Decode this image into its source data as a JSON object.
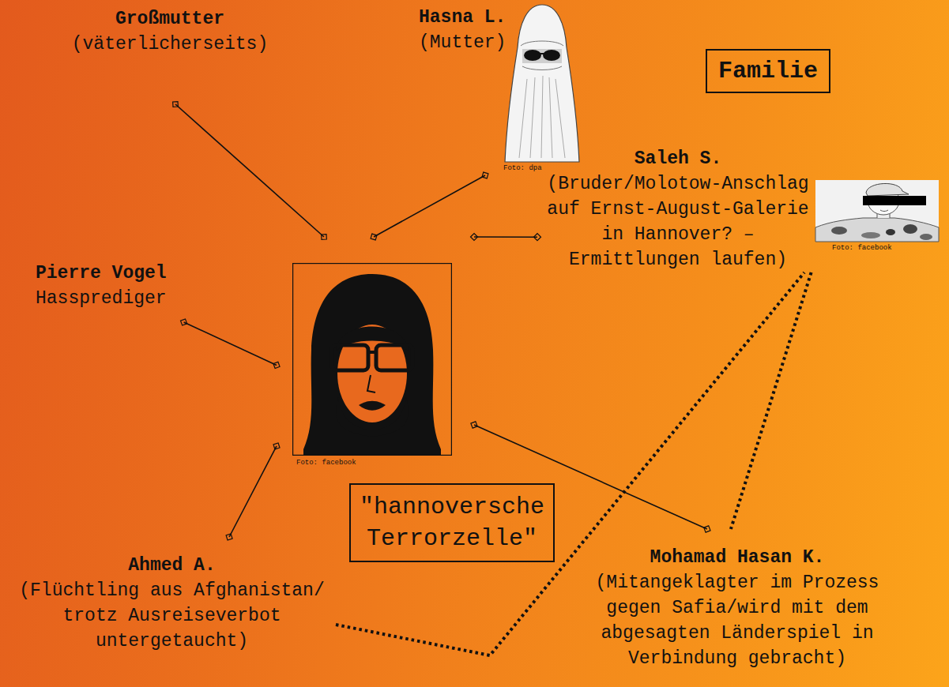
{
  "diagram": {
    "nodes": [
      {
        "text": [
          "Großmutter",
          "(väterlicherseits)"
        ]
      },
      {
        "text": [
          "Hasna L.",
          "(Mutter)",
          "Foto: dpa"
        ]
      },
      {
        "text": [
          "Familie"
        ]
      },
      {
        "text": [
          "Pierre Vogel",
          "Hassprediger"
        ]
      },
      {
        "text": [
          "Saleh S.",
          "(Bruder/Molotow-Anschlag auf Ernst-August-Galerie in Hannover? – Ermittlungen laufen)",
          "Foto: facebook"
        ]
      },
      {
        "text": [
          "Foto: facebook"
        ]
      },
      {
        "text": [
          "\"hannoversche Terrorzelle\""
        ]
      },
      {
        "text": [
          "Mohamad Hasan K.",
          "(Mitangeklagter im Prozess gegen Safia/wird mit dem abgesagten Länderspiel in Verbindung gebracht)"
        ]
      },
      {
        "text": [
          "Ahmed A.",
          "(Flüchtling aus Afghanistan/ trotz Ausreiseverbot untergetaucht)"
        ]
      }
    ],
    "edges": [
      {
        "from": 5,
        "to": 0,
        "arrow": "none"
      },
      {
        "from": 5,
        "to": 1,
        "arrow": "none"
      },
      {
        "from": 5,
        "to": 3,
        "arrow": "none"
      },
      {
        "from": 5,
        "to": 4,
        "arrow": "none"
      },
      {
        "from": 5,
        "to": 8,
        "arrow": "none"
      },
      {
        "from": 5,
        "to": 7,
        "arrow": "none"
      },
      {
        "from": 4,
        "to": 7,
        "arrow": "none"
      },
      {
        "from": 8,
        "to": 4,
        "arrow": "none"
      }
    ]
  }
}
